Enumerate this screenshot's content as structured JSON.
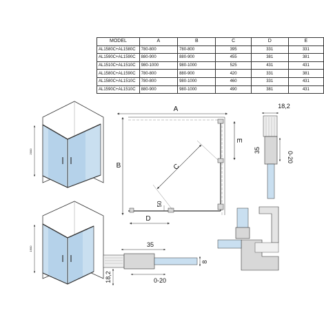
{
  "table": {
    "headers": [
      "MODEL",
      "A",
      "B",
      "C",
      "D",
      "E"
    ],
    "rows": [
      [
        "AL1580C+AL1580C",
        "780-800",
        "780-800",
        "395",
        "331",
        "331"
      ],
      [
        "AL1590C+AL1590C",
        "880-900",
        "880-900",
        "455",
        "381",
        "381"
      ],
      [
        "AL1510C+AL1510C",
        "980-1000",
        "980-1000",
        "525",
        "431",
        "431"
      ],
      [
        "AL1580C+AL1590C",
        "780-800",
        "880-900",
        "420",
        "331",
        "381"
      ],
      [
        "AL1580C+AL1510C",
        "780-800",
        "980-1000",
        "460",
        "331",
        "431"
      ],
      [
        "AL1590C+AL1510C",
        "880-900",
        "980-1000",
        "490",
        "381",
        "431"
      ]
    ]
  },
  "plan": {
    "label_a": "A",
    "label_b": "B",
    "label_c": "C",
    "label_d": "D",
    "label_e": "E",
    "label_50": "50"
  },
  "iso_top": {
    "height_label": "2000"
  },
  "iso_bottom": {
    "height_label": "1900"
  },
  "detail_right": {
    "width_label": "18,2",
    "depth_label": "35",
    "range_label": "0-20"
  },
  "detail_bottom": {
    "depth_label": "35",
    "glass_label": "8",
    "range_label": "0-20",
    "width_label": "18,2"
  },
  "colors": {
    "glass": "#c9dff0",
    "glass_dark": "#9ec3e2",
    "line": "#333333",
    "profile": "#d8d8d8"
  }
}
